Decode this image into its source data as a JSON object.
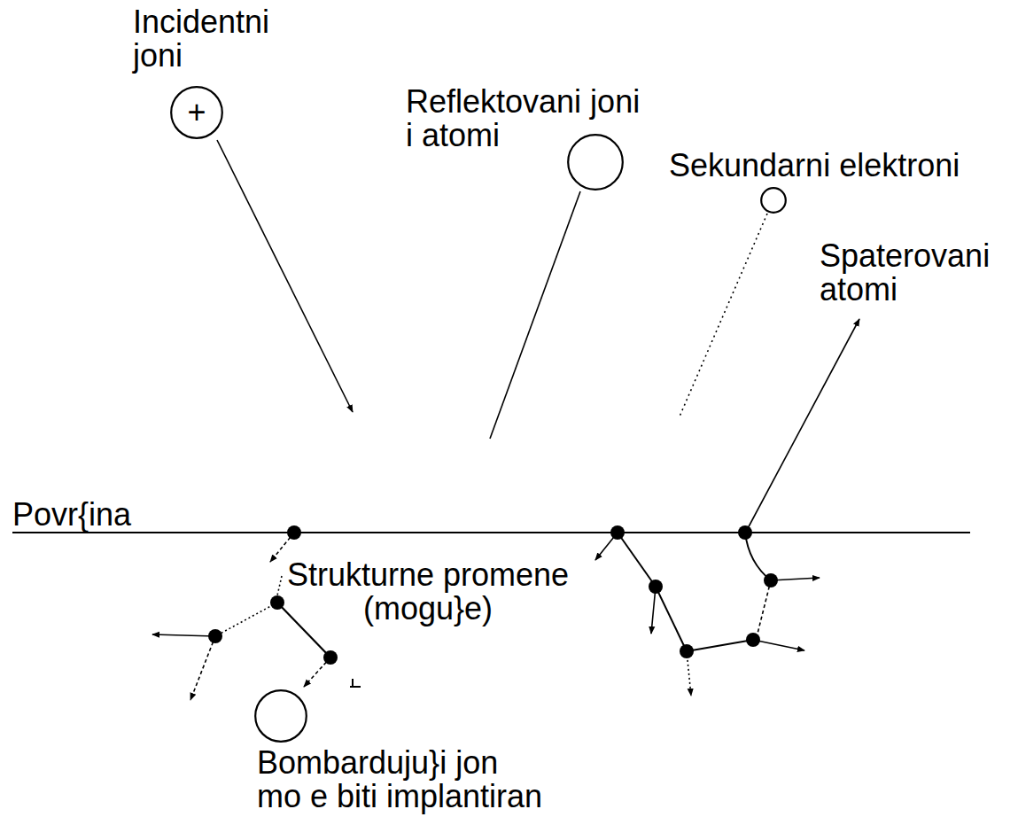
{
  "diagram": {
    "nodes": [
      {
        "text": [
          "Incidentni joni",
          "+"
        ]
      },
      {
        "text": [
          "Reflektovani joni i atomi"
        ]
      },
      {
        "text": [
          "Sekundarni elektroni"
        ]
      },
      {
        "text": [
          "Bombarduju}i jon mo e biti implantiran"
        ]
      }
    ],
    "labels": [
      "Spaterovani atomi",
      "Povr{ina",
      "Strukturne promene (mogu}e)"
    ]
  }
}
